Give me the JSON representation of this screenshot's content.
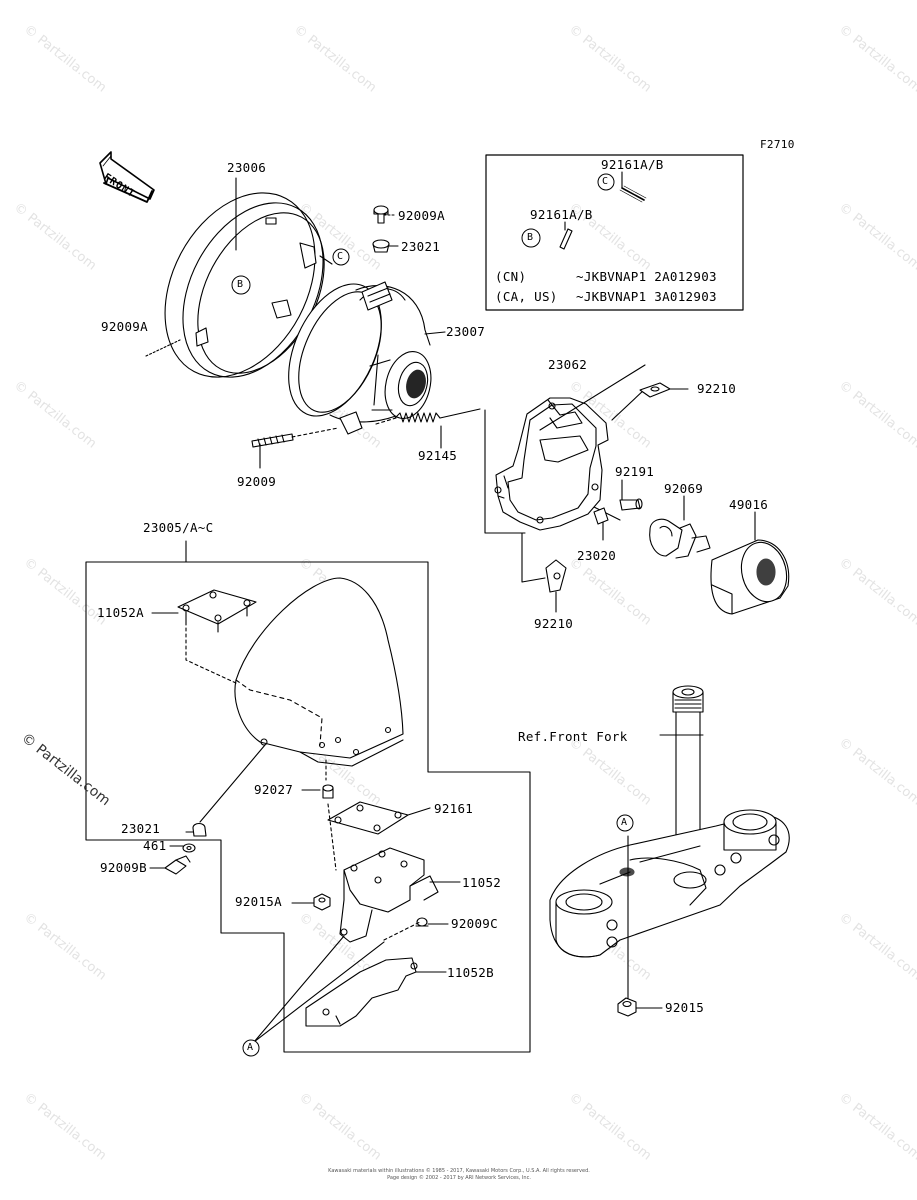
{
  "figure_code": "F2710",
  "front_arrow": "FRONT",
  "watermark": "© Partzilla.com",
  "side_watermark": "© Partzilla.com",
  "labels": {
    "p23006": "23006",
    "p92009A_top": "92009A",
    "p23021_top": "23021",
    "p92009A_left": "92009A",
    "p23007": "23007",
    "p92145": "92145",
    "p92009": "92009",
    "p23062": "23062",
    "p92210_top": "92210",
    "p92191": "92191",
    "p92069": "92069",
    "p49016": "49016",
    "p23020": "23020",
    "p92210_bot": "92210",
    "p23005": "23005/A~C",
    "p11052A": "11052A",
    "p92027": "92027",
    "p92161": "92161",
    "p23021_bot": "23021",
    "p461": "461",
    "p92009B": "92009B",
    "p92015A": "92015A",
    "p11052": "11052",
    "p92009C": "92009C",
    "p11052B": "11052B",
    "p92015": "92015",
    "ref_front_fork": "Ref.Front Fork"
  },
  "callouts": {
    "A": "A",
    "B": "B",
    "C": "C"
  },
  "inset": {
    "label_c": "92161A/B",
    "label_b": "92161A/B",
    "row1_region": "(CN)",
    "row1_serial": "~JKBVNAP1 2A012903",
    "row2_region": "(CA, US)",
    "row2_serial": "~JKBVNAP1 3A012903"
  },
  "footer_line1": "Kawasaki materials within illustrations © 1985 - 2017, Kawasaki Motors Corp., U.S.A. All rights reserved.",
  "footer_line2": "Page design © 2002 - 2017 by ARI Network Services, Inc."
}
